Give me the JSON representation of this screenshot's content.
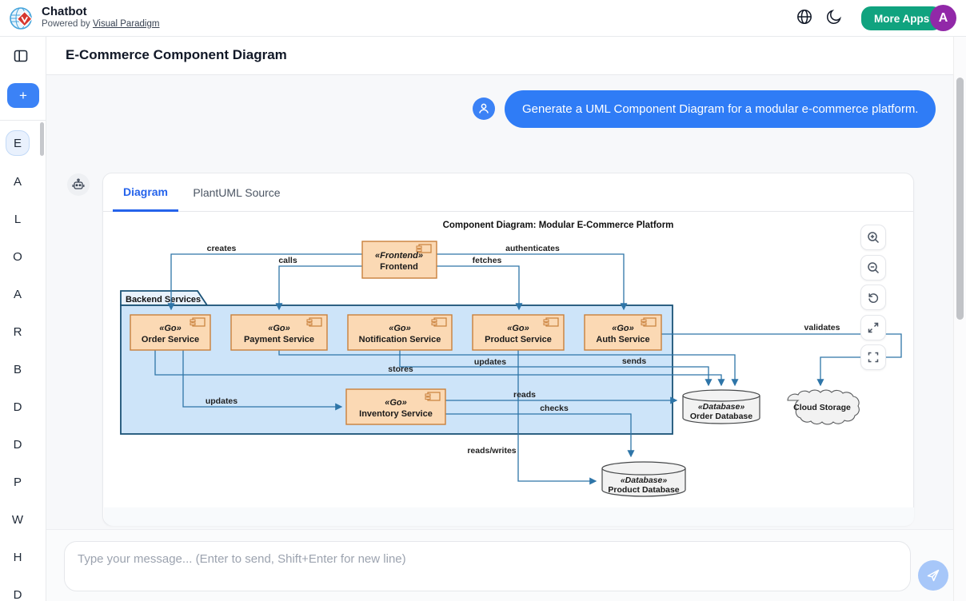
{
  "header": {
    "app_title": "Chatbot",
    "powered_by_prefix": "Powered by ",
    "powered_by_link": "Visual Paradigm",
    "more_apps_label": "More Apps",
    "avatar_letter": "A",
    "icons": [
      "globe-icon",
      "moon-icon"
    ],
    "colors": {
      "more_apps_green": "#10a37f",
      "avatar_purple": "#9128a8"
    }
  },
  "titlebar": {
    "title": "E-Commerce Component Diagram"
  },
  "sidebar": {
    "new_chat_label": "+",
    "items": [
      {
        "label": "E",
        "active": true
      },
      {
        "label": "A",
        "active": false
      },
      {
        "label": "L",
        "active": false
      },
      {
        "label": "O",
        "active": false
      },
      {
        "label": "A",
        "active": false
      },
      {
        "label": "R",
        "active": false
      },
      {
        "label": "B",
        "active": false
      },
      {
        "label": "D",
        "active": false
      },
      {
        "label": "D",
        "active": false
      },
      {
        "label": "P",
        "active": false
      },
      {
        "label": "W",
        "active": false
      },
      {
        "label": "H",
        "active": false
      },
      {
        "label": "D",
        "active": false
      }
    ]
  },
  "chat": {
    "user_message": "Generate a UML Component Diagram for a modular e-commerce platform.",
    "tabs": [
      {
        "label": "Diagram",
        "active": true
      },
      {
        "label": "PlantUML Source",
        "active": false
      }
    ]
  },
  "diagram_controls": [
    "zoom-in",
    "zoom-out",
    "reset-view",
    "expand",
    "fullscreen"
  ],
  "diagram": {
    "title": "Component Diagram: Modular E-Commerce Platform",
    "package": {
      "label": "Backend Services"
    },
    "frontend": {
      "stereotype": "«Frontend»",
      "name": "Frontend"
    },
    "services": [
      {
        "stereotype": "«Go»",
        "name": "Order Service"
      },
      {
        "stereotype": "«Go»",
        "name": "Payment Service"
      },
      {
        "stereotype": "«Go»",
        "name": "Notification Service"
      },
      {
        "stereotype": "«Go»",
        "name": "Product Service"
      },
      {
        "stereotype": "«Go»",
        "name": "Auth Service"
      },
      {
        "stereotype": "«Go»",
        "name": "Inventory Service"
      }
    ],
    "databases": [
      {
        "stereotype": "«Database»",
        "name": "Order Database"
      },
      {
        "stereotype": "«Database»",
        "name": "Product Database"
      }
    ],
    "cloud": {
      "label": "Cloud Storage"
    },
    "edges": [
      {
        "label": "creates",
        "from": "Frontend",
        "to": "Order Service"
      },
      {
        "label": "calls",
        "from": "Frontend",
        "to": "Payment Service"
      },
      {
        "label": "authenticates",
        "from": "Frontend",
        "to": "Auth Service"
      },
      {
        "label": "fetches",
        "from": "Frontend",
        "to": "Product Service"
      },
      {
        "label": "validates",
        "from": "Auth Service",
        "to": "Cloud Storage"
      },
      {
        "label": "stores",
        "from": "Order Service",
        "to": "Order Database"
      },
      {
        "label": "updates",
        "from": "Payment Service",
        "to": "Order Database"
      },
      {
        "label": "sends",
        "from": "Notification Service",
        "to": "Order Database"
      },
      {
        "label": "updates",
        "from": "Order Service",
        "to": "Inventory Service"
      },
      {
        "label": "reads",
        "from": "Inventory Service",
        "to": "Order Database"
      },
      {
        "label": "checks",
        "from": "Inventory Service",
        "to": "Product Database"
      },
      {
        "label": "reads/writes",
        "from": "Product Service",
        "to": "Product Database"
      }
    ],
    "colors": {
      "component_fill": "#FBD9B4",
      "component_border": "#C9803B",
      "package_fill": "#CDE4F9",
      "package_border": "#1A5276",
      "edge_line": "#2E75A8",
      "db_fill": "#F2F2F2"
    }
  },
  "composer": {
    "placeholder": "Type your message... (Enter to send, Shift+Enter for new line)"
  }
}
